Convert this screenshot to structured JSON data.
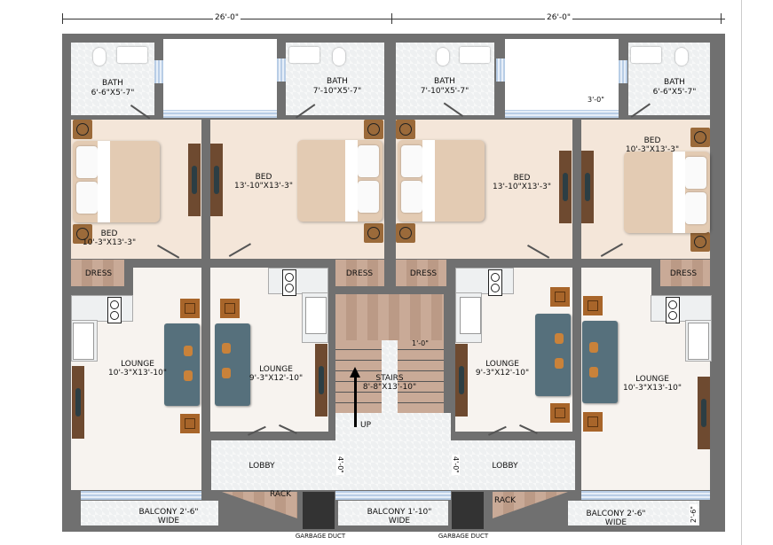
{
  "dimensions": {
    "left_width": "26'-0\"",
    "right_width": "26'-0\"",
    "passage": "3'-0\"",
    "stair_gap": "1'-0\"",
    "lobby_left": "4'-0\"",
    "lobby_right": "4'-0\"",
    "balcony_depth": "2'-6\""
  },
  "rooms": {
    "bath_left": {
      "name": "BATH",
      "size": "6'-6\"X5'-7\""
    },
    "bath_center_left": {
      "name": "BATH",
      "size": "7'-10\"X5'-7\""
    },
    "bath_center_right": {
      "name": "BATH",
      "size": "7'-10\"X5'-7\""
    },
    "bath_right": {
      "name": "BATH",
      "size": "6'-6\"X5'-7\""
    },
    "bed_left": {
      "name": "BED",
      "size": "10'-3\"X13'-3\""
    },
    "bed_center_left": {
      "name": "BED",
      "size": "13'-10\"X13'-3\""
    },
    "bed_center_right": {
      "name": "BED",
      "size": "13'-10\"X13'-3\""
    },
    "bed_right": {
      "name": "BED",
      "size": "10'-3\"X13'-3\""
    },
    "dress": "DRESS",
    "lounge_left": {
      "name": "LOUNGE",
      "size": "10'-3\"X13'-10\""
    },
    "lounge_center_left": {
      "name": "LOUNGE",
      "size": "9'-3\"X12'-10\""
    },
    "lounge_center_right": {
      "name": "LOUNGE",
      "size": "9'-3\"X12'-10\""
    },
    "lounge_right": {
      "name": "LOUNGE",
      "size": "10'-3\"X13'-10\""
    },
    "stairs": {
      "name": "STAIRS",
      "size": "8'-8\"X13'-10\"",
      "direction": "UP"
    },
    "lobby": "LOBBY",
    "rack": "RACK",
    "garbage_duct": "GARBAGE DUCT",
    "balcony_left": {
      "name": "BALCONY  2'-6\"",
      "sub": "WIDE"
    },
    "balcony_center": {
      "name": "BALCONY  1'-10\"",
      "sub": "WIDE"
    },
    "balcony_right": {
      "name": "BALCONY  2'-6\"",
      "sub": "WIDE"
    }
  },
  "colors": {
    "wall": "#707070",
    "bed_floor": "#f4e6d9",
    "lounge_floor": "#f7f3ef",
    "wood": "#c9aa97"
  }
}
